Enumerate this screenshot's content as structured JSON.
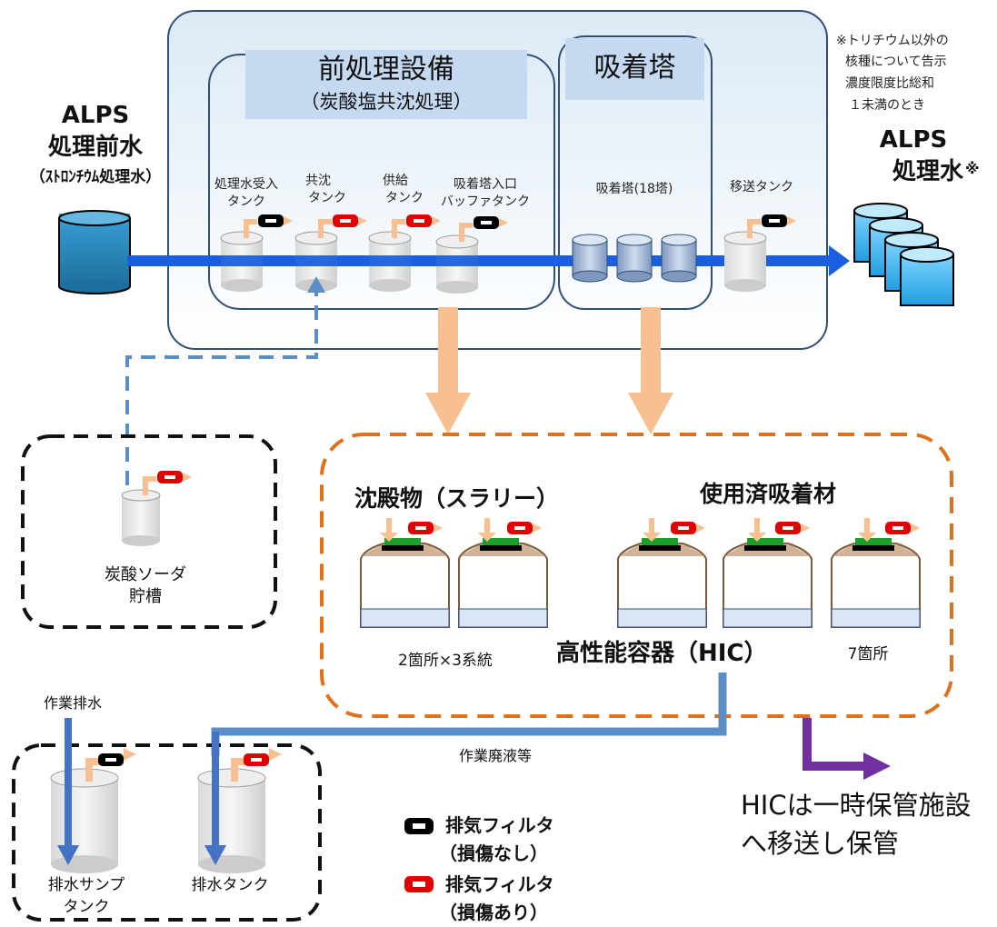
{
  "source": {
    "title_line1": "ALPS",
    "title_line2": "処理前水",
    "title_line3": "（ｽﾄﾛﾝﾁｳﾑ処理水）"
  },
  "pretreatment": {
    "title": "前処理設備",
    "subtitle": "（炭酸塩共沈処理）",
    "tank1_line1": "処理水受入",
    "tank1_line2": "タンク",
    "tank2_line1": "共沈",
    "tank2_line2": "タンク",
    "tank3_line1": "供給",
    "tank3_line2": "タンク",
    "tank4_line1": "吸着塔入口",
    "tank4_line2": "バッファタンク"
  },
  "adsorption": {
    "title": "吸着塔",
    "label": "吸着塔(18塔)"
  },
  "transfer_tank": "移送タンク",
  "output": {
    "note_line1": "※トリチウム以外の",
    "note_line2": "核種について告示",
    "note_line3": "濃度限度比総和",
    "note_line4": "１未満のとき",
    "title_line1": "ALPS",
    "title_line2": "処理水",
    "title_mark": "※"
  },
  "soda": {
    "line1": "炭酸ソーダ",
    "line2": "貯槽"
  },
  "hic_section": {
    "sludge_title": "沈殿物（スラリー）",
    "sludge_count": "2箇所×3系統",
    "adsorbent_title": "使用済吸着材",
    "adsorbent_count": "7箇所",
    "hic_title": "高性能容器（HIC）"
  },
  "drain": {
    "work_drain": "作業排水",
    "waste_label": "作業廃液等",
    "sump_line1": "排水サンプ",
    "sump_line2": "タンク",
    "drain_tank": "排水タンク"
  },
  "hic_storage": {
    "line1": "HICは一時保管施設",
    "line2": "へ移送し保管"
  },
  "legend": {
    "ok_line1": "排気フィルタ",
    "ok_line2": "（損傷なし）",
    "ng_line1": "排気フィルタ",
    "ng_line2": "（損傷あり）"
  },
  "colors": {
    "flow_blue": "#1a5fe0",
    "damaged_red": "#e00000",
    "intact_black": "#000000",
    "arrow_peach": "#f8c090",
    "dash_orange": "#e0701a",
    "dash_steel": "#5b8dc7",
    "storage_purple": "#7030a0"
  }
}
